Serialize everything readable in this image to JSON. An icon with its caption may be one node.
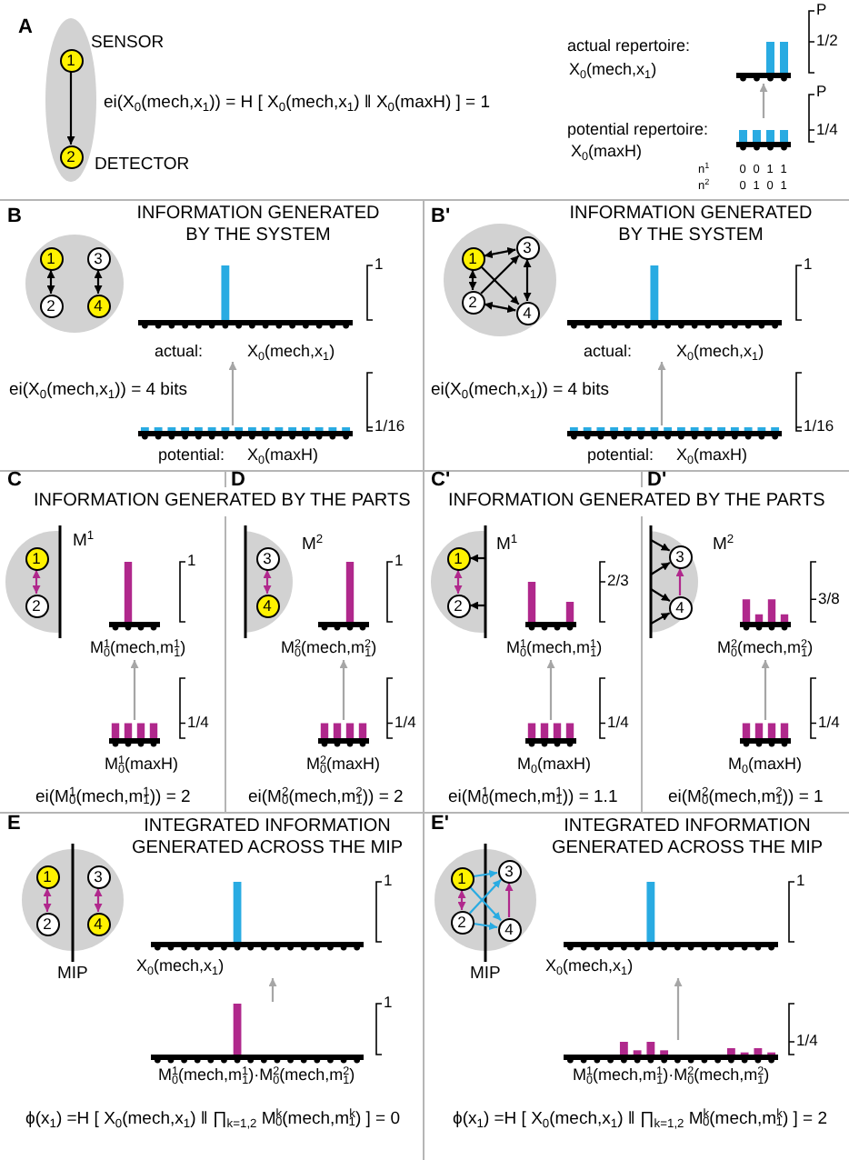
{
  "diagram": {
    "nodes": [
      {
        "text": [],
        "shape": "ellipse"
      },
      {
        "text": [
          "1"
        ],
        "in": 0,
        "beside": [
          "SENSOR"
        ]
      },
      {
        "text": [
          "2"
        ],
        "in": 0,
        "beside": [
          "DETECTOR"
        ]
      },
      {
        "text": [
          "actual repertoire:",
          "X$_{0}$(mech,x$_{1}$)"
        ]
      },
      {
        "text": [
          "potential repertoire:",
          "X$_{0}$(maxH)"
        ],
        "beside": [
          "n$^{1}$",
          "0",
          "0",
          "1",
          "1",
          "n$^{2}$",
          "0",
          "1",
          "0",
          "1"
        ]
      },
      {
        "text": [],
        "shape": "circle"
      },
      {
        "text": [
          "1"
        ],
        "in": 5
      },
      {
        "text": [
          "3"
        ],
        "in": 5
      },
      {
        "text": [
          "2"
        ],
        "in": 5
      },
      {
        "text": [
          "4"
        ],
        "in": 5
      },
      {
        "text": [
          "actual:",
          "X$_{0}$(mech,x$_{1}$)"
        ]
      },
      {
        "text": [
          "potential:",
          "X$_{0}$(maxH)"
        ]
      },
      {
        "text": [],
        "shape": "circle"
      },
      {
        "text": [
          "1"
        ],
        "in": 12
      },
      {
        "text": [
          "3"
        ],
        "in": 12
      },
      {
        "text": [
          "2"
        ],
        "in": 12
      },
      {
        "text": [
          "4"
        ],
        "in": 12
      },
      {
        "text": [
          "actual:",
          "X$_{0}$(mech,x$_{1}$)"
        ]
      },
      {
        "text": [
          "potential:",
          "X$_{0}$(maxH)"
        ]
      },
      {
        "text": [],
        "shape": "semicircle",
        "beside": [
          "M$^{1}$"
        ]
      },
      {
        "text": [
          "1"
        ],
        "in": 19
      },
      {
        "text": [
          "2"
        ],
        "in": 19
      },
      {
        "text": [
          "M$^{1}$$_{0}$(mech,m$^{1}$$_{1}$)"
        ]
      },
      {
        "text": [
          "M$^{1}$$_{0}$(maxH)"
        ]
      },
      {
        "text": [],
        "shape": "semicircle",
        "beside": [
          "M$^{2}$"
        ]
      },
      {
        "text": [
          "3"
        ],
        "in": 24
      },
      {
        "text": [
          "4"
        ],
        "in": 24
      },
      {
        "text": [
          "M$^{2}$$_{0}$(mech,m$^{2}$$_{1}$)"
        ]
      },
      {
        "text": [
          "M$^{2}$$_{0}$(maxH)"
        ]
      },
      {
        "text": [],
        "shape": "semicircle",
        "beside": [
          "M$^{1}$"
        ]
      },
      {
        "text": [
          "1"
        ],
        "in": 29
      },
      {
        "text": [
          "2"
        ],
        "in": 29
      },
      {
        "text": [
          "M$^{1}$$_{0}$(mech,m$^{1}$$_{1}$)"
        ]
      },
      {
        "text": [
          "M$_{0}$(maxH)"
        ]
      },
      {
        "text": [],
        "shape": "semicircle",
        "beside": [
          "M$^{2}$"
        ]
      },
      {
        "text": [
          "3"
        ],
        "in": 34
      },
      {
        "text": [
          "4"
        ],
        "in": 34
      },
      {
        "text": [
          "M$^{2}$$_{0}$(mech,m$^{2}$$_{1}$)"
        ]
      },
      {
        "text": [
          "M$_{0}$(maxH)"
        ]
      },
      {
        "text": [],
        "shape": "circle",
        "beside": [
          "MIP"
        ]
      },
      {
        "text": [
          "1"
        ],
        "in": 39
      },
      {
        "text": [
          "3"
        ],
        "in": 39
      },
      {
        "text": [
          "2"
        ],
        "in": 39
      },
      {
        "text": [
          "4"
        ],
        "in": 39
      },
      {
        "text": [
          "X$_{0}$(mech,x$_{1}$)"
        ]
      },
      {
        "text": [
          "M$^{1}$$_{0}$(mech,m$^{1}$$_{1}$)·M$^{2}$$_{0}$(mech,m$^{2}$$_{1}$)"
        ]
      },
      {
        "text": [],
        "shape": "circle",
        "beside": [
          "MIP"
        ]
      },
      {
        "text": [
          "1"
        ],
        "in": 46
      },
      {
        "text": [
          "3"
        ],
        "in": 46
      },
      {
        "text": [
          "2"
        ],
        "in": 46
      },
      {
        "text": [
          "4"
        ],
        "in": 46
      },
      {
        "text": [
          "X$_{0}$(mech,x$_{1}$)"
        ]
      },
      {
        "text": [
          "M$^{1}$$_{0}$(mech,m$^{1}$$_{1}$)·M$^{2}$$_{0}$(mech,m$^{2}$$_{1}$)"
        ]
      }
    ],
    "edges": [
      {
        "from": 1,
        "to": 2,
        "arrow": "to"
      },
      {
        "from": 4,
        "to": 3,
        "arrow": "to",
        "color": "#a6a6a6"
      },
      {
        "from": 6,
        "to": 8,
        "arrow": "both"
      },
      {
        "from": 7,
        "to": 9,
        "arrow": "both"
      },
      {
        "from": 11,
        "to": 10,
        "arrow": "to",
        "color": "#a6a6a6"
      },
      {
        "from": 13,
        "to": 14,
        "arrow": "both"
      },
      {
        "from": 13,
        "to": 15,
        "arrow": "both"
      },
      {
        "from": 14,
        "to": 16,
        "arrow": "both"
      },
      {
        "from": 15,
        "to": 16,
        "arrow": "both"
      },
      {
        "from": 13,
        "to": 16,
        "arrow": "to"
      },
      {
        "from": 15,
        "to": 14,
        "arrow": "to"
      },
      {
        "from": 18,
        "to": 17,
        "arrow": "to",
        "color": "#a6a6a6"
      },
      {
        "from": 20,
        "to": 21,
        "arrow": "both",
        "color": "#b0288c"
      },
      {
        "from": 23,
        "to": 22,
        "arrow": "to",
        "color": "#a6a6a6"
      },
      {
        "from": 25,
        "to": 26,
        "arrow": "both",
        "color": "#b0288c"
      },
      {
        "from": 28,
        "to": 27,
        "arrow": "to",
        "color": "#a6a6a6"
      },
      {
        "from": 30,
        "to": 31,
        "arrow": "both",
        "color": "#b0288c"
      },
      {
        "from": null,
        "to": 30,
        "arrow": "to"
      },
      {
        "from": null,
        "to": 31,
        "arrow": "to"
      },
      {
        "from": 33,
        "to": 32,
        "arrow": "to",
        "color": "#a6a6a6"
      },
      {
        "from": 36,
        "to": 35,
        "arrow": "to",
        "color": "#b0288c"
      },
      {
        "from": null,
        "to": 35,
        "arrow": "to"
      },
      {
        "from": null,
        "to": 35,
        "arrow": "to"
      },
      {
        "from": null,
        "to": 36,
        "arrow": "to"
      },
      {
        "from": null,
        "to": 36,
        "arrow": "to"
      },
      {
        "from": 38,
        "to": 37,
        "arrow": "to",
        "color": "#a6a6a6"
      },
      {
        "from": 40,
        "to": 42,
        "arrow": "both",
        "color": "#b0288c"
      },
      {
        "from": 41,
        "to": 43,
        "arrow": "both",
        "color": "#b0288c"
      },
      {
        "from": 45,
        "to": 44,
        "arrow": "to",
        "color": "#a6a6a6"
      },
      {
        "from": 47,
        "to": 49,
        "arrow": "both",
        "color": "#b0288c"
      },
      {
        "from": 50,
        "to": 48,
        "arrow": "to",
        "color": "#b0288c"
      },
      {
        "from": 47,
        "to": 48,
        "arrow": "to",
        "color": "#29abe2"
      },
      {
        "from": 49,
        "to": 50,
        "arrow": "to",
        "color": "#29abe2"
      },
      {
        "from": 47,
        "to": 50,
        "arrow": "to",
        "color": "#29abe2"
      },
      {
        "from": 49,
        "to": 48,
        "arrow": "to",
        "color": "#29abe2"
      },
      {
        "from": 52,
        "to": 51,
        "arrow": "to",
        "color": "#a6a6a6"
      }
    ],
    "labels": [
      "A",
      "ei(X$_{0}$(mech,x$_{1}$)) = H [ X$_{0}$(mech,x$_{1}$) ‖ X$_{0}$(maxH) ] = 1",
      "P",
      "1/2",
      "P",
      "1/4",
      "B",
      "INFORMATION GENERATED BY THE SYSTEM",
      "1",
      "ei(X$_{0}$(mech,x$_{1}$)) = 4 bits",
      "1/16",
      "B'",
      "INFORMATION GENERATED BY THE SYSTEM",
      "1",
      "ei(X$_{0}$(mech,x$_{1}$)) = 4 bits",
      "1/16",
      "C",
      "D",
      "INFORMATION GENERATED BY THE PARTS",
      "1",
      "1/4",
      "ei(M$^{1}$$_{0}$(mech,m$^{1}$$_{1}$)) = 2",
      "1",
      "1/4",
      "ei(M$^{2}$$_{0}$(mech,m$^{2}$$_{1}$)) = 2",
      "C'",
      "D'",
      "INFORMATION GENERATED BY THE PARTS",
      "2/3",
      "1/4",
      "ei(M$^{1}$$_{0}$(mech,m$^{1}$$_{1}$)) = 1.1",
      "3/8",
      "1/4",
      "ei(M$^{2}$$_{0}$(mech,m$^{2}$$_{1}$)) = 1",
      "E",
      "INTEGRATED INFORMATION GENERATED ACROSS THE MIP",
      "1",
      "1",
      "ϕ(x$_{1}$) =H [ X$_{0}$(mech,x$_{1}$) ‖ ∏$_{k=1,2}$ M$^{k}$$_{0}$(mech,m$^{k}$$_{1}$) ] = 0",
      "E'",
      "INTEGRATED INFORMATION GENERATED ACROSS THE MIP",
      "1",
      "1/4",
      "ϕ(x$_{1}$) =H [ X$_{0}$(mech,x$_{1}$) ‖ ∏$_{k=1,2}$ M$^{k}$$_{0}$(mech,m$^{k}$$_{1}$) ] = 2"
    ]
  }
}
